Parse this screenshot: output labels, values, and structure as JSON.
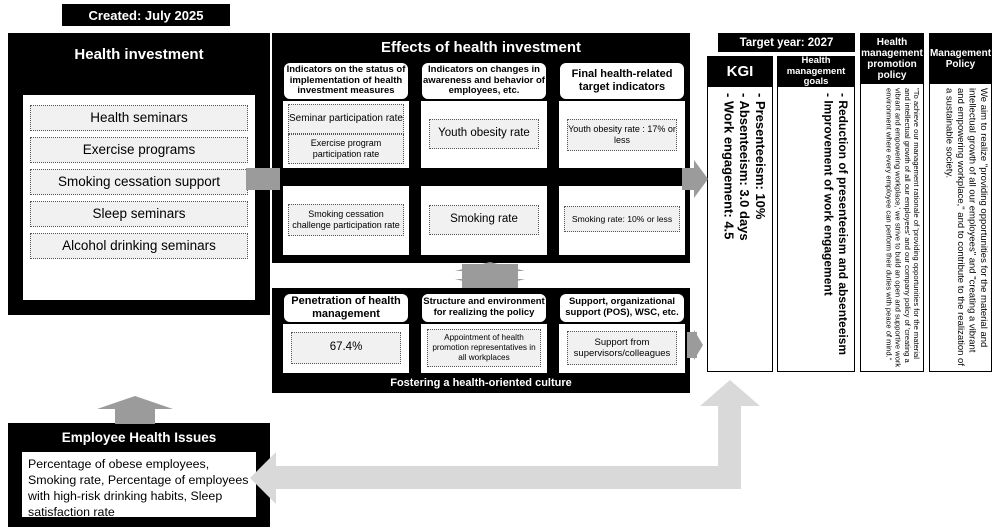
{
  "created_banner": "Created: July 2025",
  "health_investment": {
    "title": "Health investment",
    "items": [
      "Health seminars",
      "Exercise programs",
      "Smoking cessation support",
      "Sleep seminars",
      "Alcohol drinking seminars"
    ]
  },
  "effects": {
    "title": "Effects of health investment",
    "columns": [
      {
        "header": "Indicators on the status of implementation of health investment measures",
        "top_items": [
          "Seminar participation rate",
          "Exercise program participation rate"
        ],
        "bottom_items": [
          "Smoking cessation challenge participation rate"
        ]
      },
      {
        "header": "Indicators on changes in awareness and behavior of employees, etc.",
        "top_items": [
          "Youth obesity rate"
        ],
        "bottom_items": [
          "Smoking rate"
        ]
      },
      {
        "header": "Final health-related target indicators",
        "top_items": [
          "Youth obesity rate : 17% or less"
        ],
        "bottom_items": [
          "Smoking rate: 10% or less"
        ]
      }
    ]
  },
  "penetration": {
    "footer": "Fostering a health-oriented culture",
    "columns": [
      {
        "header": "Penetration of health management",
        "value": "67.4%"
      },
      {
        "header": "Structure and environment for realizing the policy",
        "value": "Appointment of health promotion representatives in all workplaces"
      },
      {
        "header": "Support, organizational support (POS), WSC, etc.",
        "value": "Support from supervisors/colleagues"
      }
    ]
  },
  "target_year": "Target year: 2027",
  "kgi": {
    "header": "KGI",
    "body": "- Presenteeism: 10%\n- Absenteeism: 3.0 days\n- Work engagement: 4.5"
  },
  "health_management_goals": {
    "header": "Health management goals",
    "body": "- Reduction of presenteeism and absenteeism\n- Improvement of work engagement"
  },
  "health_management_promotion_policy": {
    "header": "Health management promotion policy",
    "body": "\"To achieve our management rationale of 'providing opportunities for the material and intellectual growth of all our employees' and our company policy of 'creating a vibrant and empowering workplace,' we strive to build an open and supportive work environment where every employee can perform their duties with peace of mind.\""
  },
  "management_policy": {
    "header": "Management Policy",
    "body": "We aim to realize \"providing opportunities for the material and intellectual growth of all our employees\" and \"creating a vibrant and empowering workplace,\" and to contribute to the realization of a sustainable society."
  },
  "employee_health_issues": {
    "title": "Employee Health Issues",
    "body": "Percentage of obese employees, Smoking rate, Percentage of employees with high-risk drinking habits, Sleep satisfaction rate"
  },
  "colors": {
    "panel_black": "#000000",
    "arrow_gray": "#9b9b9b",
    "feedback_gray": "#d9d9d9",
    "item_fill": "#f1f1f1"
  }
}
